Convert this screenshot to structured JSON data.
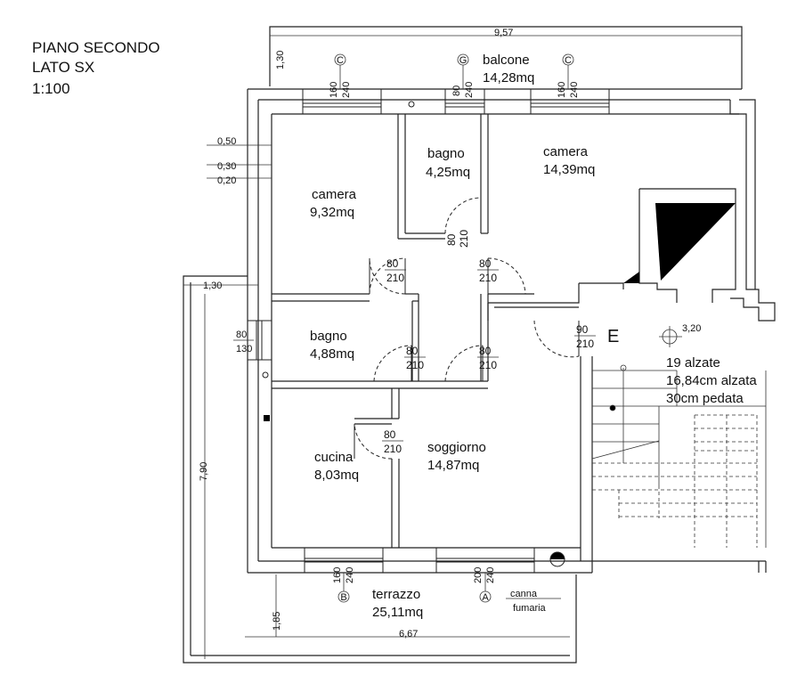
{
  "header": {
    "line1": "PIANO SECONDO",
    "line2": "LATO SX",
    "line3": "1:100"
  },
  "rooms": {
    "camera_left": {
      "name": "camera",
      "area": "9,32mq"
    },
    "bagno_top": {
      "name": "bagno",
      "area": "4,25mq"
    },
    "camera_right": {
      "name": "camera",
      "area": "14,39mq"
    },
    "bagno_mid": {
      "name": "bagno",
      "area": "4,88mq"
    },
    "cucina": {
      "name": "cucina",
      "area": "8,03mq"
    },
    "soggiorno": {
      "name": "soggiorno",
      "area": "14,87mq"
    },
    "balcone": {
      "name": "balcone",
      "area": "14,28mq"
    },
    "terrazzo": {
      "name": "terrazzo",
      "area": "25,11mq"
    }
  },
  "stairs": {
    "line1": "19 alzate",
    "line2": "16,84cm alzata",
    "line3": "30cm pedata",
    "level": "3,20",
    "entrance": "E"
  },
  "canna": {
    "line1": "canna",
    "line2": "fumaria"
  },
  "dimensions": {
    "top_width": "9,57",
    "balcony_depth": "1,30",
    "wall_050": "0,50",
    "wall_030": "0,30",
    "wall_020": "0,20",
    "left_130": "1,30",
    "left_height": "7,90",
    "bottom_depth": "1,85",
    "bottom_width": "6,67"
  },
  "openings": {
    "win_top_c1": [
      "160",
      "240"
    ],
    "win_top_g": [
      "80",
      "240"
    ],
    "win_top_c2": [
      "160",
      "240"
    ],
    "win_bot_b": [
      "160",
      "240"
    ],
    "win_bot_a": [
      "200",
      "240"
    ],
    "win_left": [
      "80",
      "130"
    ],
    "door_bagno_top": [
      "80",
      "210"
    ],
    "door_camera_left": [
      "80",
      "210"
    ],
    "door_camera_right": [
      "80",
      "210"
    ],
    "door_bagno_mid": [
      "80",
      "210"
    ],
    "door_corridor": [
      "80",
      "210"
    ],
    "door_cucina": [
      "80",
      "210"
    ],
    "door_entrance": [
      "90",
      "210"
    ]
  },
  "axis_marks": {
    "c1": "C",
    "g": "G",
    "c2": "C",
    "b": "B",
    "a": "A"
  }
}
